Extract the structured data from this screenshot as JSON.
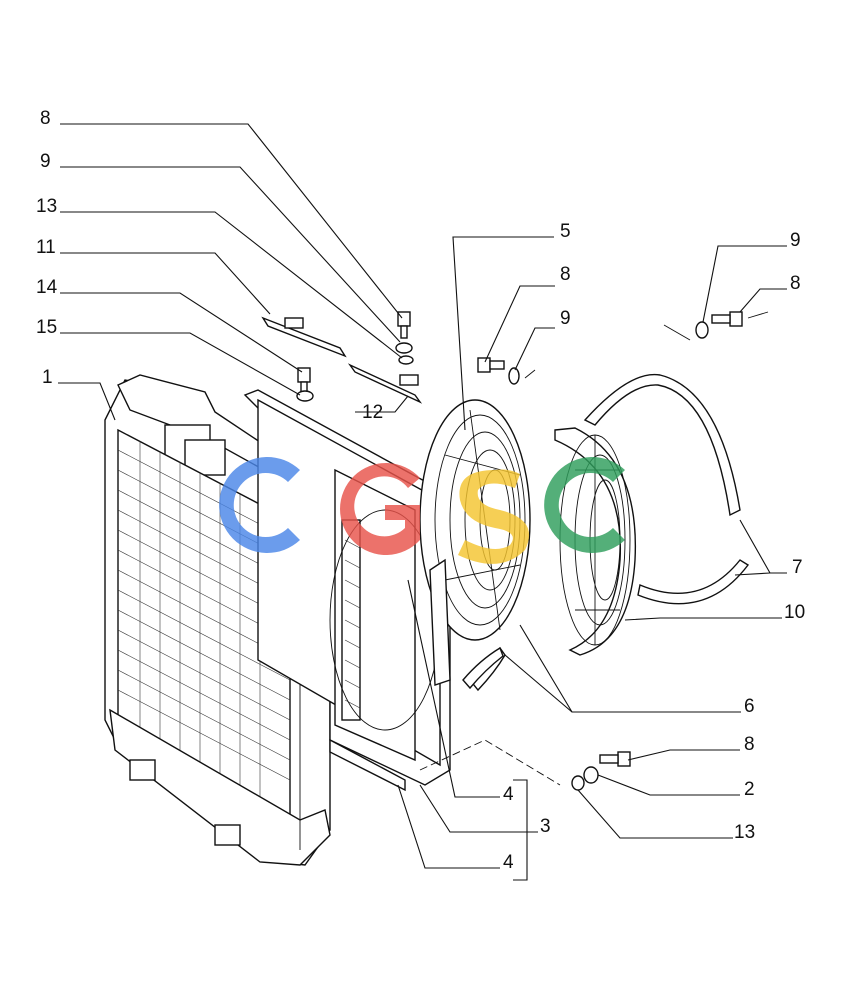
{
  "callouts": {
    "c8a": "8",
    "c9a": "9",
    "c13a": "13",
    "c11": "11",
    "c14": "14",
    "c15": "15",
    "c1": "1",
    "c5": "5",
    "c8b": "8",
    "c9b": "9",
    "c12": "12",
    "c9c": "9",
    "c8c": "8",
    "c7": "7",
    "c10": "10",
    "c6": "6",
    "c8d": "8",
    "c2": "2",
    "c13b": "13",
    "c4a": "4",
    "c3": "3",
    "c4b": "4"
  },
  "watermark": {
    "text": "CGSC",
    "colors": [
      "#4a86e8",
      "#e8534a",
      "#f4c430",
      "#2e9e5b"
    ]
  }
}
